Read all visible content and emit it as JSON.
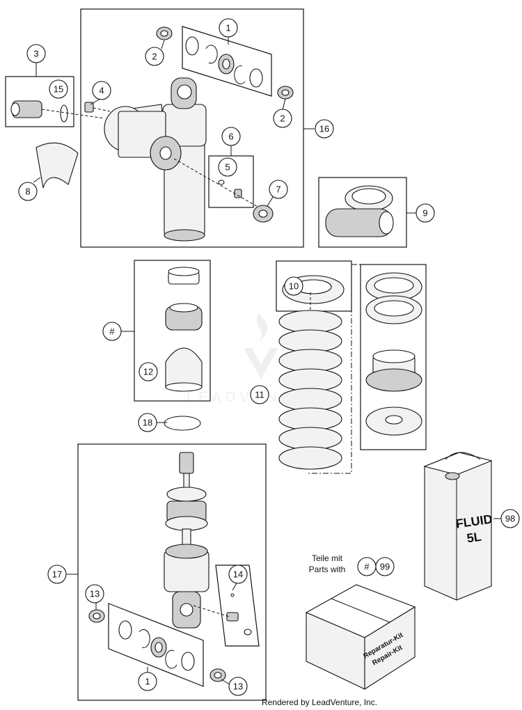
{
  "callouts": {
    "c1_top": "1",
    "c2_top": "2",
    "c2_right": "2",
    "c3": "3",
    "c4": "4",
    "c5": "5",
    "c6": "6",
    "c7": "7",
    "c8": "8",
    "c9": "9",
    "c10": "10",
    "c11": "11",
    "c12": "12",
    "c13_top": "13",
    "c13_bottom": "13",
    "c14": "14",
    "c15": "15",
    "c16": "16",
    "c17": "17",
    "c18": "18",
    "c1_bottom": "1",
    "c98": "98",
    "c99": "99",
    "hash_left": "#",
    "hash_kit": "#"
  },
  "kit_note": {
    "line1": "Teile mit",
    "line2": "Parts with"
  },
  "fluid_can": {
    "line1": "FLUID",
    "line2": "5L"
  },
  "repair_kit_box": {
    "line1": "Reparatur-Kit",
    "line2": "Repair-Kit"
  },
  "watermark": "LEADVENTURE",
  "footer": "Rendered by LeadVenture, Inc."
}
